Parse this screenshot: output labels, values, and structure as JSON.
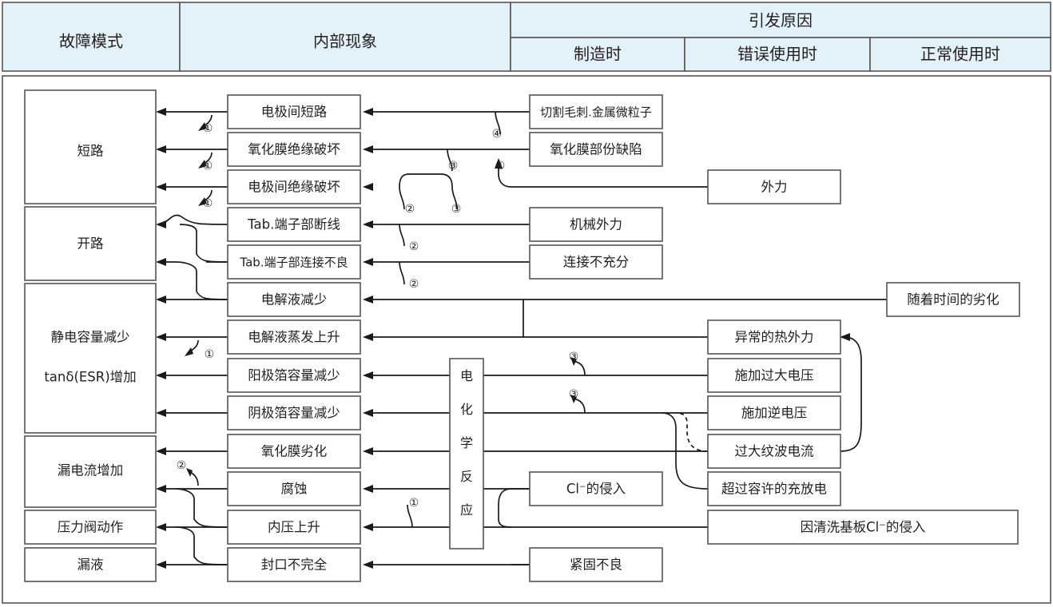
{
  "header": {
    "col_failure_mode": "故障模式",
    "col_internal": "内部现象",
    "col_causes": "引发原因",
    "sub_manufacturing": "制造时",
    "sub_misuse": "错误使用时",
    "sub_normal": "正常使用时"
  },
  "failure_modes": [
    {
      "label": "短路"
    },
    {
      "label": "开路"
    },
    {
      "label": "静电容量减少",
      "label2": "tanδ(ESR)增加"
    },
    {
      "label": "漏电流增加"
    },
    {
      "label": "压力阀动作"
    },
    {
      "label": "漏液"
    }
  ],
  "internal_phenomena": [
    {
      "label": "电极间短路"
    },
    {
      "label": "氧化膜绝缘破坏"
    },
    {
      "label": "电极间绝缘破坏"
    },
    {
      "label": "Tab.端子部断线"
    },
    {
      "label": "Tab.端子部连接不良"
    },
    {
      "label": "电解液减少"
    },
    {
      "label": "电解液蒸发上升"
    },
    {
      "label": "阳极箔容量减少"
    },
    {
      "label": "阴极箔容量减少"
    },
    {
      "label": "氧化膜劣化"
    },
    {
      "label": "腐蚀"
    },
    {
      "label": "内压上升"
    },
    {
      "label": "封口不完全"
    }
  ],
  "electro_chem": {
    "label": "电化学反应",
    "chars": [
      "电",
      "化",
      "学",
      "反",
      "应"
    ]
  },
  "causes_manufacturing": [
    {
      "label": "切割毛刺.金属微粒子"
    },
    {
      "label": "氧化膜部份缺陷"
    },
    {
      "label": "机械外力"
    },
    {
      "label": "连接不充分"
    },
    {
      "label": "Cl⁻的侵入"
    }
  ],
  "causes_misuse": [
    {
      "label": "外力"
    },
    {
      "label": "异常的热外力"
    },
    {
      "label": "施加过大电压"
    },
    {
      "label": "施加逆电压"
    },
    {
      "label": "过大纹波电流"
    },
    {
      "label": "超过容许的充放电"
    },
    {
      "label": "因清洗基板Cl⁻的侵入"
    },
    {
      "label": "紧固不良"
    }
  ],
  "causes_normal": [
    {
      "label": "随着时间的劣化"
    }
  ],
  "markers": [
    {
      "id": "m1",
      "label": "①"
    },
    {
      "id": "m2",
      "label": "②"
    },
    {
      "id": "m3",
      "label": "③"
    },
    {
      "id": "m4",
      "label": "④"
    }
  ],
  "marker_labels": {
    "one": "①",
    "two": "②",
    "three": "③",
    "four": "④"
  },
  "colors": {
    "header_bg": "#e3f1f8",
    "box_border": "#555555",
    "line": "#1a1a1a",
    "text": "#231f20"
  }
}
